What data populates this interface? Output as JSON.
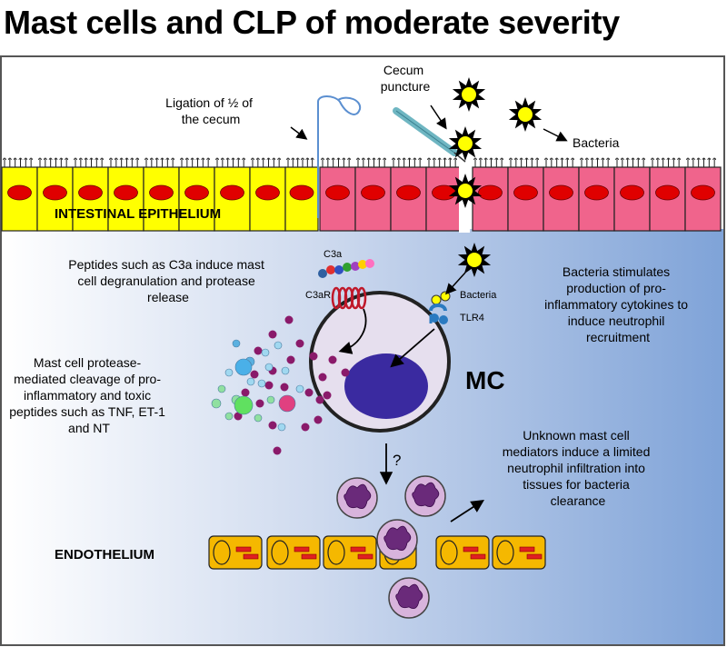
{
  "title": "Mast cells and CLP of moderate severity",
  "labels": {
    "ligation": [
      "Ligation of ½ of",
      "the cecum"
    ],
    "cecum_puncture": [
      "Cecum",
      "puncture"
    ],
    "bacteria_top": "Bacteria",
    "intestinal_epithelium": "INTESTINAL EPITHELIUM",
    "c3a": "C3a",
    "c3ar": "C3aR",
    "bacteria_receptor": "Bacteria",
    "tlr4": "TLR4",
    "peptides_text": [
      "Peptides such as C3a induce mast",
      "cell degranulation and protease",
      "release"
    ],
    "bacteria_stimulates": [
      "Bacteria stimulates",
      "production of pro-",
      "inflammatory cytokines to",
      "induce neutrophil",
      "recruitment"
    ],
    "protease_text": [
      "Mast cell protease-",
      "mediated cleavage of pro-",
      "inflammatory and toxic",
      "peptides such as TNF, ET-1",
      "and NT"
    ],
    "mc": "MC",
    "question": "?",
    "unknown_mediators": [
      "Unknown mast cell",
      "mediators induce a limited",
      "neutrophil infiltration into",
      "tissues for bacteria",
      "clearance"
    ],
    "endothelium": "ENDOTHELIUM"
  },
  "colors": {
    "healthy_epithelium": "#ffff00",
    "inflamed_epithelium": "#f0648c",
    "nucleus_red": "#e00000",
    "mast_cell_body": "#e6dfee",
    "mast_cell_nucleus": "#3a2aa0",
    "endothelium": "#f5b800",
    "tissue_gradient_end": "#7fa3d8",
    "bacteria_fill": "#ffff00",
    "neutrophil_body": "#d8b4dc",
    "neutrophil_nucleus": "#6a2a7a",
    "granule": "#8a1a6a",
    "receptor": "#c0182a"
  }
}
